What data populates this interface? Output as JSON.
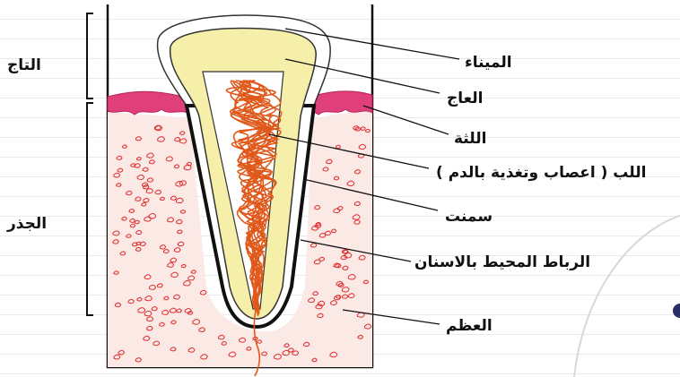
{
  "sections": {
    "crown": "التاج",
    "root": "الجذر"
  },
  "labels": {
    "enamel": "الميناء",
    "dentin": "العاج",
    "gum": "اللثة",
    "pulp": "اللب ( اعصاب وتغذية بالدم )",
    "cementum": "سمنت",
    "periodontal_ligament": "الرباط المحيط بالاسنان",
    "bone": "العظم"
  },
  "colors": {
    "enamel": "#ffffff",
    "dentin": "#f6efaa",
    "pulp": "#ffffff",
    "nerves": "#e0581a",
    "gum": "#e0407a",
    "bone_dots": "#e03030",
    "bone_fill": "#fbe9e6",
    "outline": "#111111"
  }
}
